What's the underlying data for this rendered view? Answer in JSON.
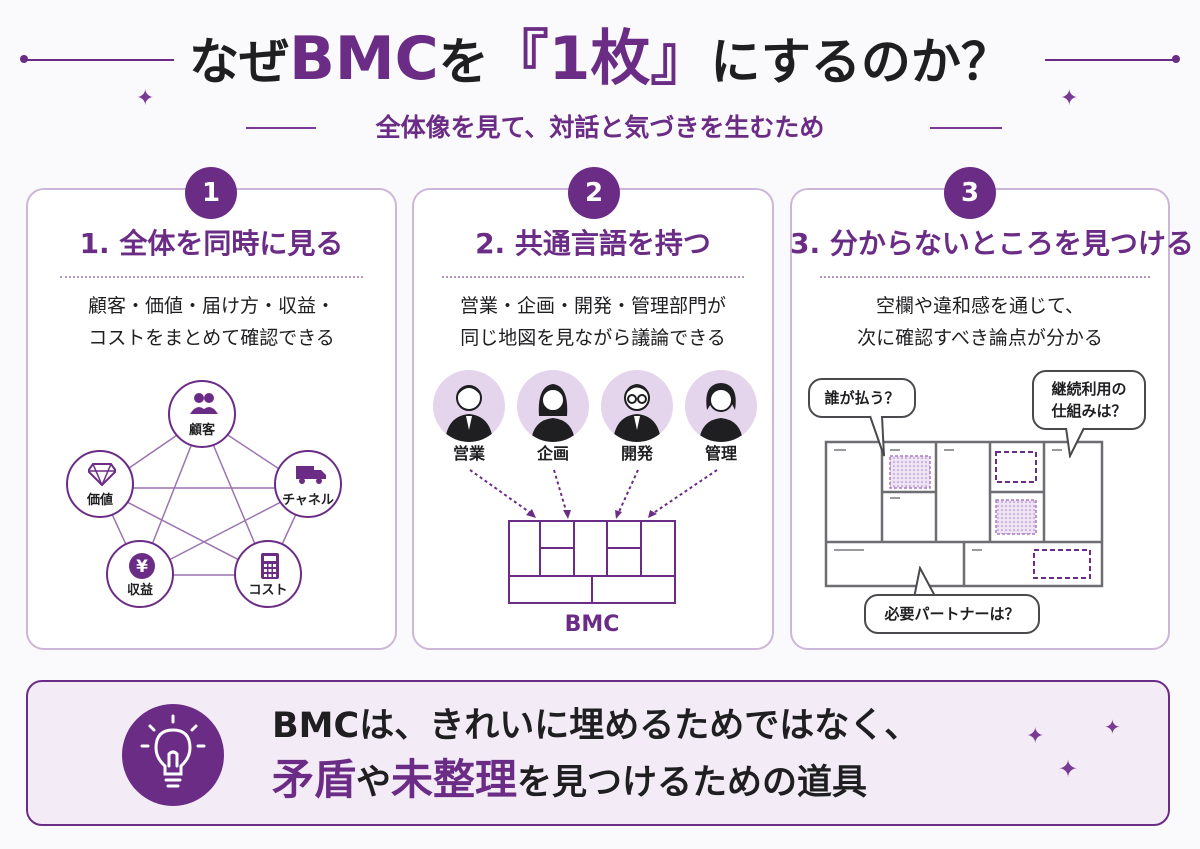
{
  "header": {
    "title_pre": "なぜ",
    "title_accent": "BMC",
    "title_mid": "を",
    "title_accent2": "『1枚』",
    "title_post": "にするのか？",
    "subtitle": "全体像を見て、対話と気づきを生むため"
  },
  "cards": [
    {
      "number": "1",
      "title": "1. 全体を同時に見る",
      "text_line1": "顧客・価値・届け方・収益・",
      "text_line2": "コストをまとめて確認できる",
      "nodes": {
        "customer": "顧客",
        "value": "価値",
        "channel": "チャネル",
        "revenue": "収益",
        "cost": "コスト"
      }
    },
    {
      "number": "2",
      "title": "2. 共通言語を持つ",
      "text_line1": "営業・企画・開発・管理部門が",
      "text_line2": "同じ地図を見ながら議論できる",
      "people": [
        "営業",
        "企画",
        "開発",
        "管理"
      ],
      "canvas_label": "BMC"
    },
    {
      "number": "3",
      "title": "3. 分からないところを見つける",
      "text_line1": "空欄や違和感を通じて、",
      "text_line2": "次に確認すべき論点が分かる",
      "bubbles": {
        "who_pays": "誰が払う？",
        "continuous_line1": "継続利用の",
        "continuous_line2": "仕組みは？",
        "partner": "必要パートナーは？"
      }
    }
  ],
  "banner": {
    "line1": "BMCは、きれいに埋めるためではなく、",
    "hl1": "矛盾",
    "mid": "や",
    "hl2": "未整理",
    "post": "を見つけるための道具"
  },
  "icons": [
    "sparkle-icon",
    "people-icon",
    "diamond-icon",
    "truck-icon",
    "yen-icon",
    "calculator-icon",
    "person-icon",
    "lightbulb-icon"
  ],
  "colors": {
    "accent": "#6b2c86",
    "accent_light": "#e4d4ec",
    "banner_bg": "#f3ebf6"
  }
}
